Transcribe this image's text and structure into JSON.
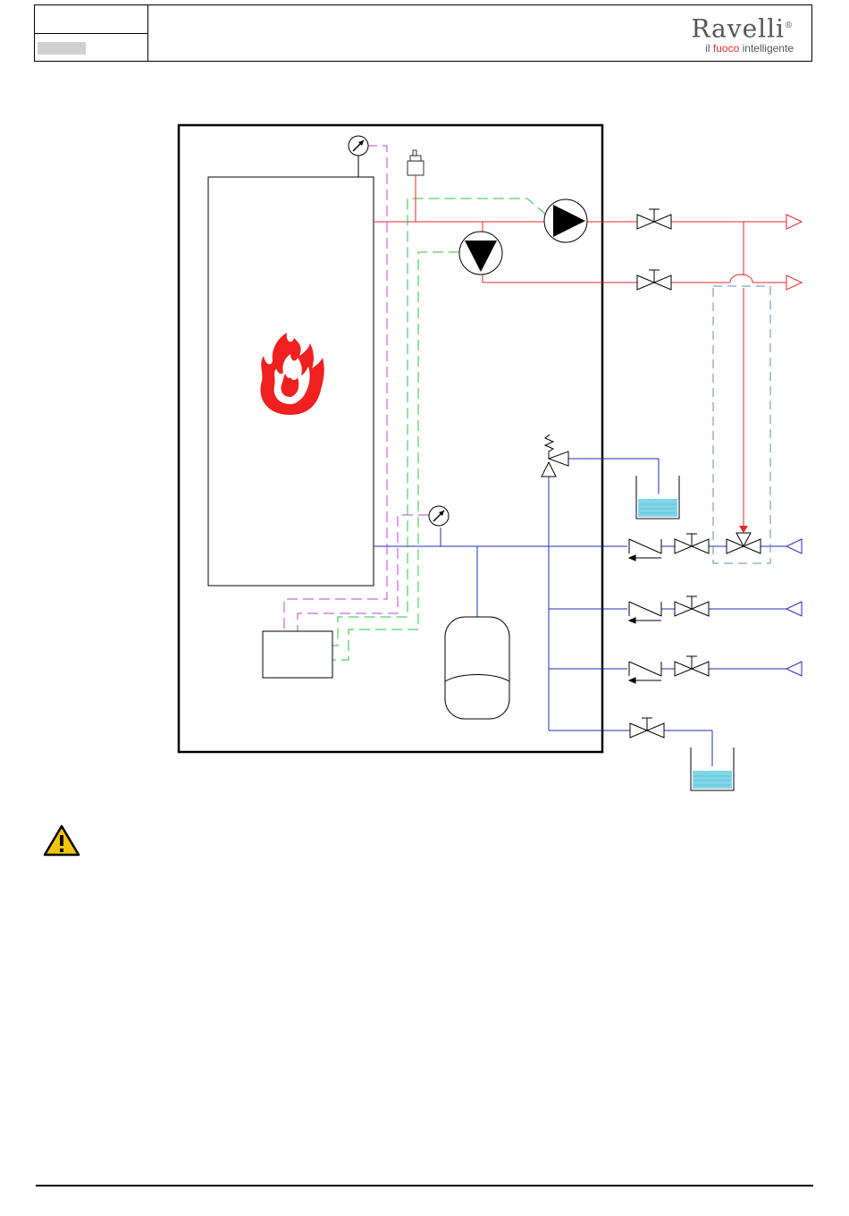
{
  "header": {
    "brand_name": "Ravelli",
    "brand_registered": "®",
    "tagline_pre": "il ",
    "tagline_highlight": "fuoco",
    "tagline_post": " intelligente",
    "brand_color": "#555555",
    "highlight_color": "#e0302a"
  },
  "diagram": {
    "colors": {
      "hot_line": "#e3262b",
      "cold_line": "#1f2db5",
      "sensor_magenta": "#c43fd1",
      "sensor_green": "#2bc43a",
      "bypass_blue": "#5b8fb3",
      "flame": "#f02020",
      "water": "#7fd6e8"
    },
    "icons": [
      "flame-icon",
      "pump-icon",
      "gauge-icon",
      "valve-icon",
      "check-valve-icon",
      "safety-valve-icon",
      "air-vent-icon",
      "expansion-tank-icon",
      "drain-tank-icon",
      "warning-icon"
    ]
  }
}
